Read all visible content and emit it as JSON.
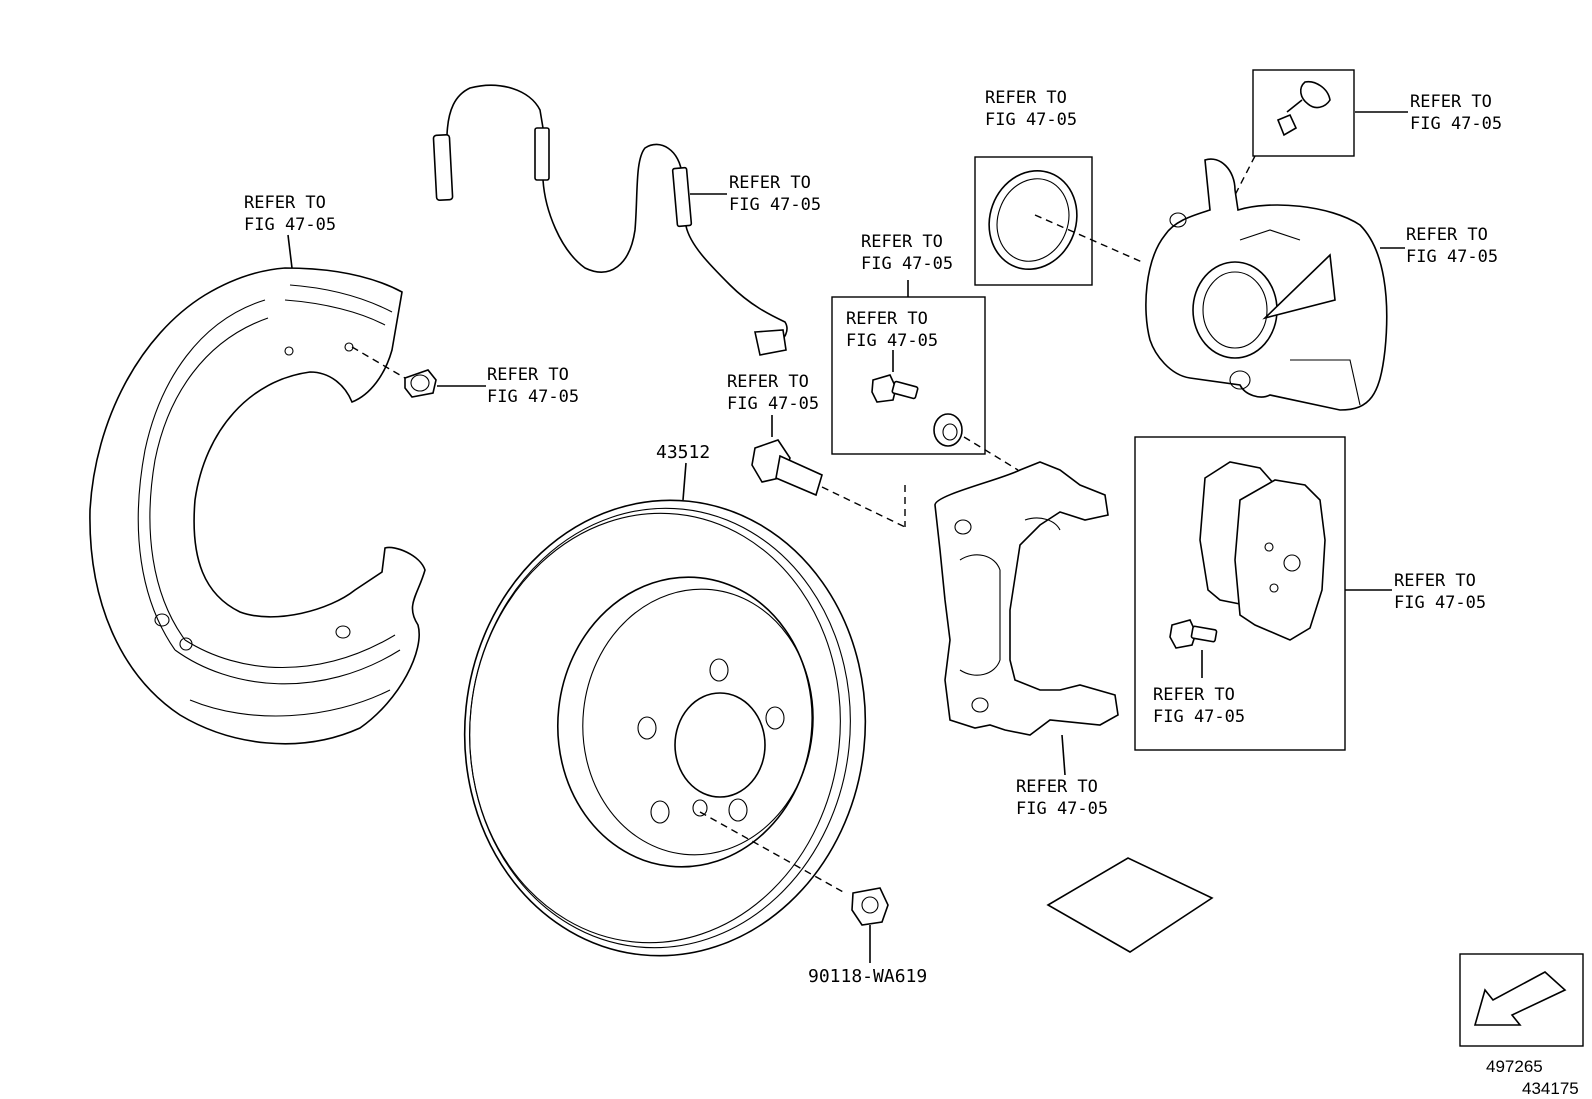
{
  "labels": {
    "shield": [
      "REFER TO",
      "FIG 47-05"
    ],
    "shield_bolt": [
      "REFER TO",
      "FIG 47-05"
    ],
    "sensor": [
      "REFER TO",
      "FIG 47-05"
    ],
    "seal": [
      "REFER TO",
      "FIG 47-05"
    ],
    "clip": [
      "REFER TO",
      "FIG 47-05"
    ],
    "caliper": [
      "REFER TO",
      "FIG 47-05"
    ],
    "guide_outer": [
      "REFER TO",
      "FIG 47-05"
    ],
    "guide_inner": [
      "REFER TO",
      "FIG 47-05"
    ],
    "mount_bolt": [
      "REFER TO",
      "FIG 47-05"
    ],
    "pads": [
      "REFER TO",
      "FIG 47-05"
    ],
    "pad_bolt": [
      "REFER TO",
      "FIG 47-05"
    ],
    "bracket": [
      "REFER TO",
      "FIG 47-05"
    ]
  },
  "part_numbers": {
    "rotor": "43512",
    "screw": "90118-WA619"
  },
  "footer": {
    "ref_a": "497265",
    "ref_b": "434175"
  },
  "icons": {
    "front_arrow": "arrow-down-left-icon"
  }
}
